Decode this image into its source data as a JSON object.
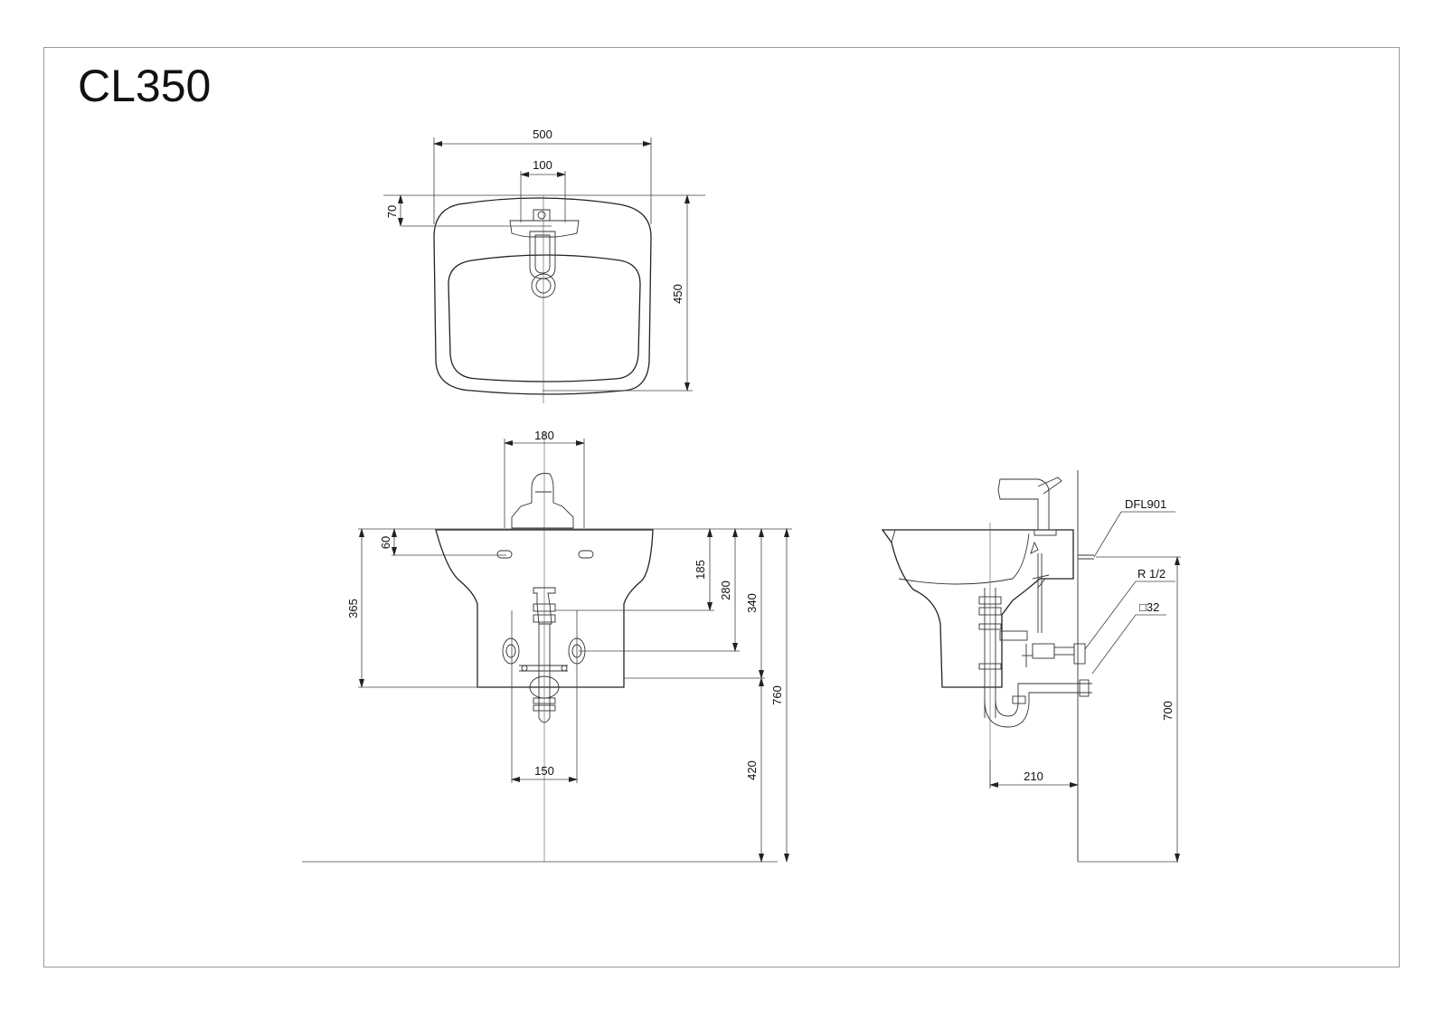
{
  "title": "CL350",
  "labels": {
    "faucet_model": "DFL901",
    "thread": "R 1/2",
    "drain_symbol": "□32"
  },
  "dimensions": {
    "top_width": "500",
    "top_depth": "450",
    "tap_width": "100",
    "tap_offset": "70",
    "front_width_top": "180",
    "front_width_bottom": "150",
    "overflow_height": "60",
    "basin_height": "365",
    "d185": "185",
    "d280": "280",
    "d340": "340",
    "d760": "760",
    "d420": "420",
    "d700": "700",
    "d210": "210"
  }
}
